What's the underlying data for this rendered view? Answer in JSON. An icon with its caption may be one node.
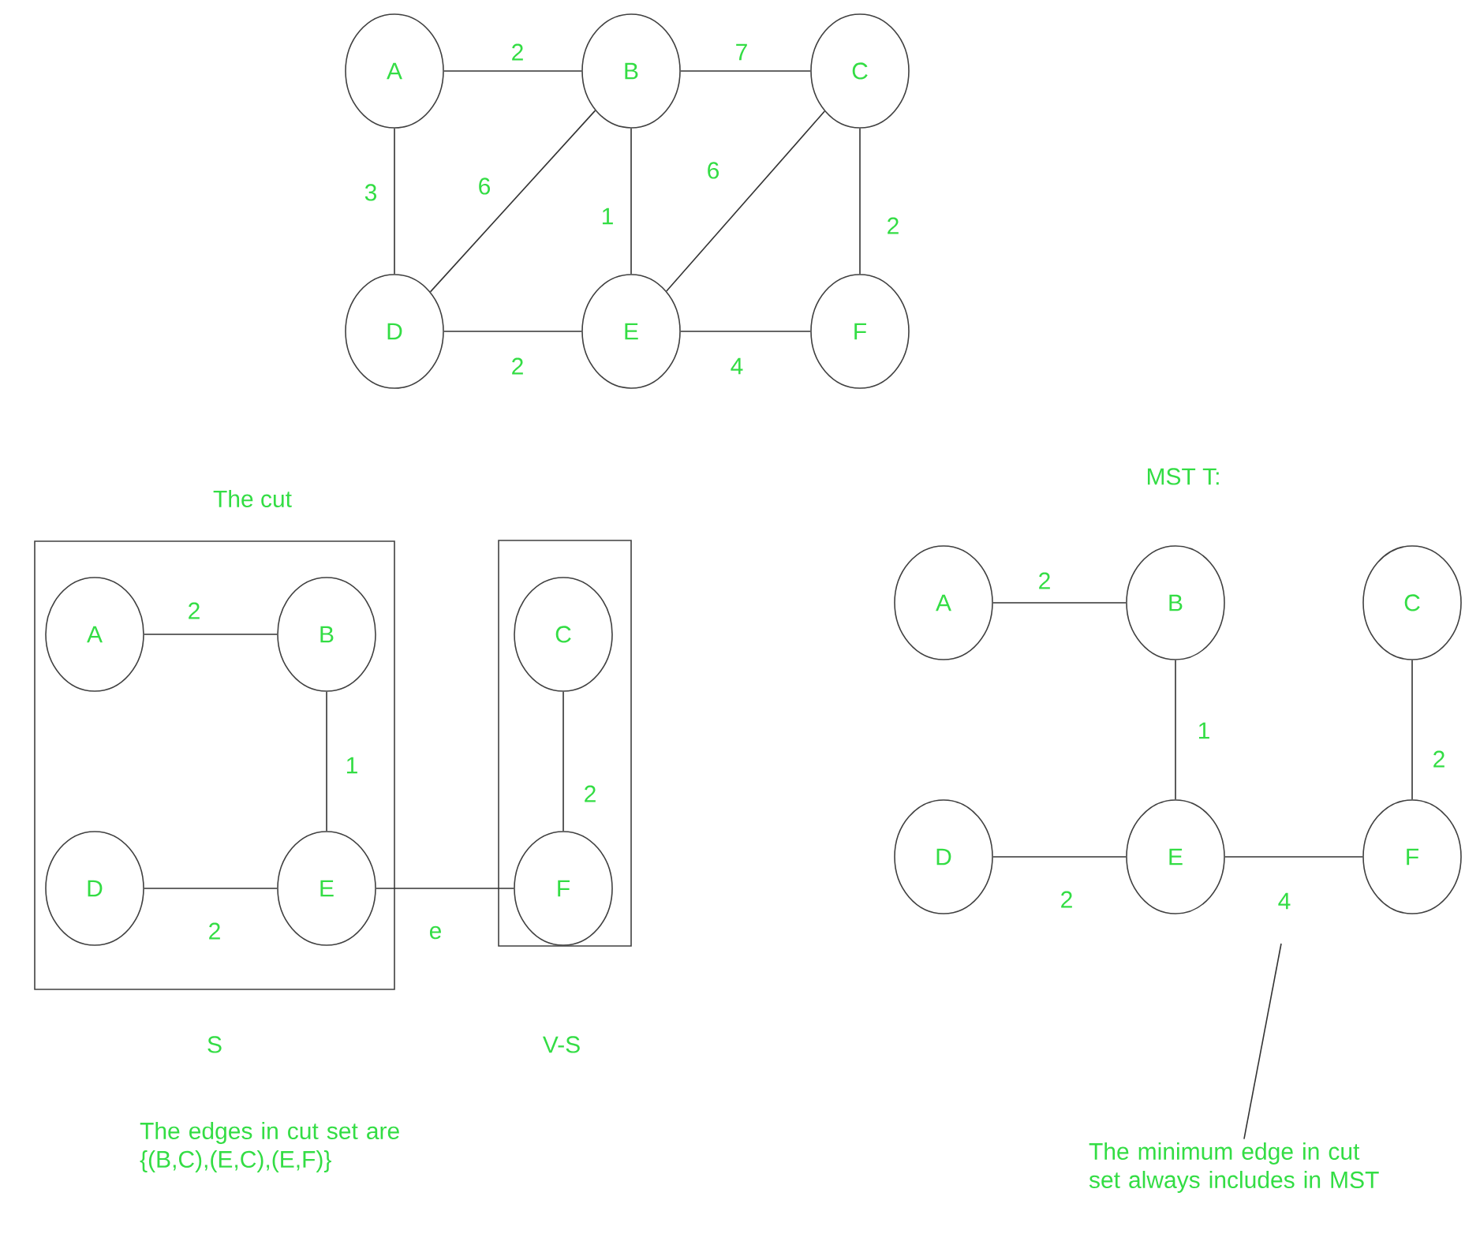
{
  "diagram": {
    "nodes": [
      {
        "text": [
          "A"
        ]
      },
      {
        "text": [
          "B"
        ]
      },
      {
        "text": [
          "C"
        ]
      },
      {
        "text": [
          "D"
        ]
      },
      {
        "text": [
          "E"
        ]
      },
      {
        "text": [
          "F"
        ]
      },
      {
        "text": [
          "S"
        ]
      },
      {
        "text": [
          "A"
        ],
        "in": 6
      },
      {
        "text": [
          "B"
        ],
        "in": 6
      },
      {
        "text": [
          "D"
        ],
        "in": 6
      },
      {
        "text": [
          "E"
        ],
        "in": 6
      },
      {
        "text": [
          "V-S"
        ]
      },
      {
        "text": [
          "C"
        ],
        "in": 11
      },
      {
        "text": [
          "F"
        ],
        "in": 11
      },
      {
        "text": [
          "A"
        ]
      },
      {
        "text": [
          "B"
        ]
      },
      {
        "text": [
          "C"
        ]
      },
      {
        "text": [
          "D"
        ]
      },
      {
        "text": [
          "E"
        ]
      },
      {
        "text": [
          "F"
        ]
      },
      {
        "text": [
          "The minimum edge in cut set always includes in MST"
        ]
      }
    ],
    "edges": [
      {
        "from": 0,
        "to": 1,
        "arrow": "none",
        "label": "2"
      },
      {
        "from": 1,
        "to": 2,
        "arrow": "none",
        "label": "7"
      },
      {
        "from": 0,
        "to": 3,
        "arrow": "none",
        "label": "3"
      },
      {
        "from": 3,
        "to": 1,
        "arrow": "none",
        "label": "6"
      },
      {
        "from": 1,
        "to": 4,
        "arrow": "none",
        "label": "1"
      },
      {
        "from": 4,
        "to": 2,
        "arrow": "none",
        "label": "6"
      },
      {
        "from": 2,
        "to": 5,
        "arrow": "none",
        "label": "2"
      },
      {
        "from": 3,
        "to": 4,
        "arrow": "none",
        "label": "2"
      },
      {
        "from": 4,
        "to": 5,
        "arrow": "none",
        "label": "4"
      },
      {
        "from": 7,
        "to": 8,
        "arrow": "none",
        "label": "2"
      },
      {
        "from": 8,
        "to": 10,
        "arrow": "none",
        "label": "1"
      },
      {
        "from": 9,
        "to": 10,
        "arrow": "none",
        "label": "2"
      },
      {
        "from": 10,
        "to": 13,
        "arrow": "none",
        "label": "e"
      },
      {
        "from": 12,
        "to": 13,
        "arrow": "none",
        "label": "2"
      },
      {
        "from": 14,
        "to": 15,
        "arrow": "none",
        "label": "2"
      },
      {
        "from": 15,
        "to": 18,
        "arrow": "none",
        "label": "1"
      },
      {
        "from": 16,
        "to": 19,
        "arrow": "none",
        "label": "2"
      },
      {
        "from": 17,
        "to": 18,
        "arrow": "none",
        "label": "2"
      },
      {
        "from": 18,
        "to": 19,
        "arrow": "none",
        "label": "4"
      },
      {
        "from": 20,
        "to": null,
        "arrow": "none"
      }
    ],
    "labels": [
      "The cut",
      "MST T:",
      "The edges in cut set are {(B,C),(E,C),(E,F)}"
    ]
  }
}
